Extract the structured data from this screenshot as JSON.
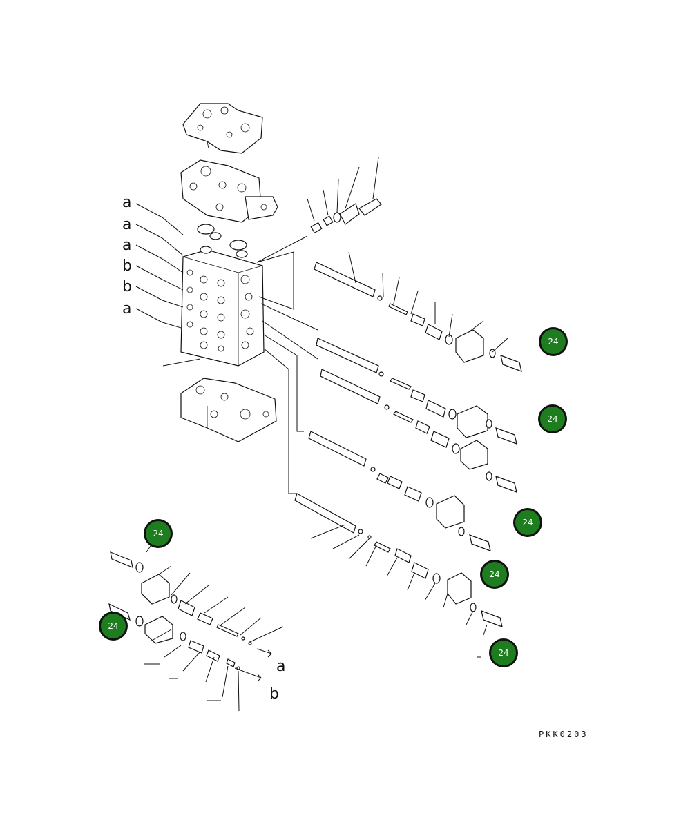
{
  "drawing_code": "PKK0203",
  "callout_number": "24",
  "colors": {
    "callout_fill": "#1e7d1e",
    "callout_ring": "#111111",
    "line": "#111111",
    "background": "#ffffff"
  },
  "port_labels": [
    "a",
    "a",
    "a",
    "b",
    "b",
    "a"
  ],
  "arrow_labels": {
    "a": "a",
    "b": "b"
  },
  "callouts": [
    {
      "label": "24"
    },
    {
      "label": "24"
    },
    {
      "label": "24"
    },
    {
      "label": "24"
    },
    {
      "label": "24"
    },
    {
      "label": "24"
    },
    {
      "label": "24"
    }
  ]
}
